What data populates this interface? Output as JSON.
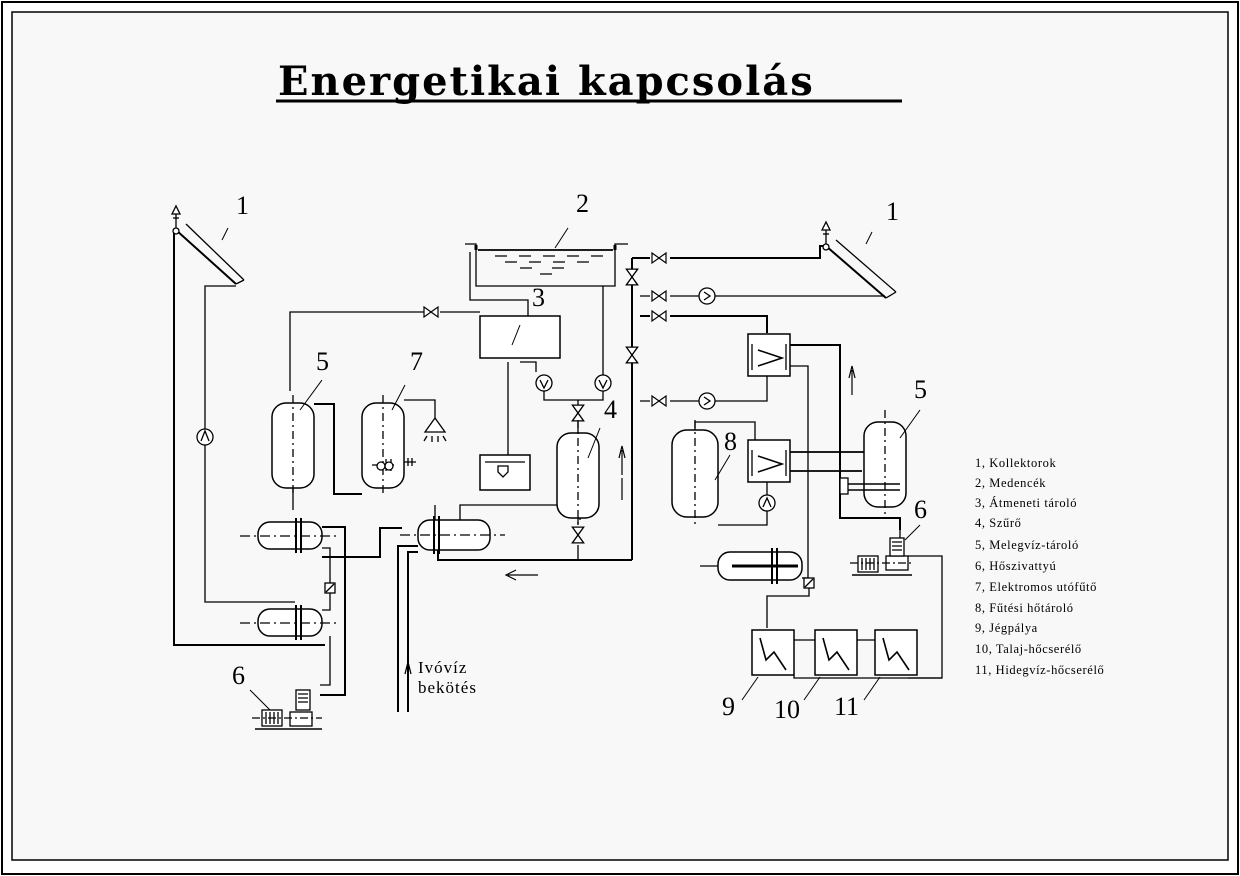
{
  "title": "Energetikai kapcsolás",
  "labels": {
    "l1a": "1",
    "l1b": "1",
    "l2": "2",
    "l3": "3",
    "l4": "4",
    "l5a": "5",
    "l5b": "5",
    "l6a": "6",
    "l6b": "6",
    "l7": "7",
    "l8": "8",
    "l9": "9",
    "l10": "10",
    "l11": "11"
  },
  "note": {
    "line1": "Ivóvíz",
    "line2": "bekötés"
  },
  "legend": [
    "1, Kollektorok",
    "2, Medencék",
    "3, Átmeneti tároló",
    "4, Szűrő",
    "5, Melegvíz-tároló",
    "6, Hőszivattyú",
    "7, Elektromos utófűtő",
    "8, Fűtési hőtároló",
    "9, Jégpálya",
    "10, Talaj-hőcserélő",
    "11, Hidegvíz-hőcserélő"
  ],
  "colors": {
    "ink": "#000000",
    "paper": "#ffffff",
    "background": "#f8f8f8"
  }
}
